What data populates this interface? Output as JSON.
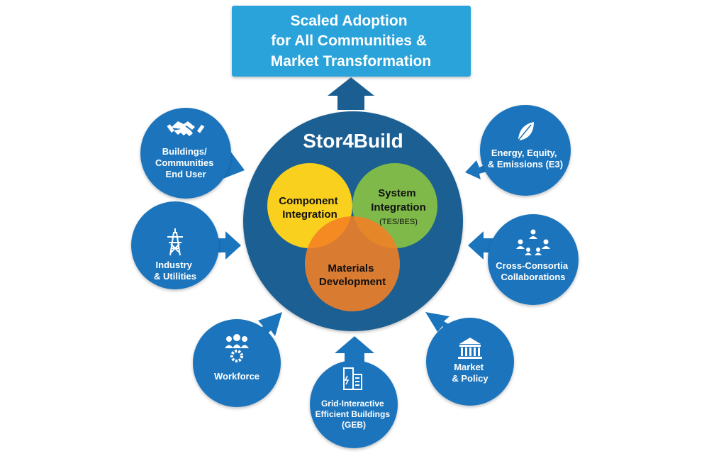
{
  "top_box": {
    "lines": [
      "Scaled Adoption",
      "for All Communities &",
      "Market Transformation"
    ]
  },
  "hub": {
    "title": "Stor4Build",
    "component": [
      "Component",
      "Integration"
    ],
    "system": [
      "System",
      "Integration"
    ],
    "system_sub": "(TES/BES)",
    "materials": [
      "Materials",
      "Development"
    ]
  },
  "satellites": {
    "buildings": [
      "Buildings/",
      "Communities",
      "End User"
    ],
    "industry": [
      "Industry",
      "& Utilities"
    ],
    "workforce": [
      "Workforce"
    ],
    "geb": [
      "Grid-Interactive",
      "Efficient Buildings",
      "(GEB)"
    ],
    "market": [
      "Market",
      "& Policy"
    ],
    "cross": [
      "Cross-Consortia",
      "Collaborations"
    ],
    "energy": [
      "Energy, Equity,",
      "& Emissions (E3)"
    ]
  },
  "icons": {
    "buildings": "handshake-icon",
    "industry": "power-tower-icon",
    "workforce": "team-gear-icon",
    "geb": "smart-building-icon",
    "market": "government-building-icon",
    "cross": "network-people-icon",
    "energy": "leaf-icon"
  },
  "colors": {
    "top_box": "#2aa3db",
    "hub": "#1b5e92",
    "satellite": "#1b75bc",
    "component": "#f9d01e",
    "system": "#8dc63f",
    "materials": "#f47f23",
    "text_light": "#ffffff",
    "text_dark": "#111111"
  }
}
